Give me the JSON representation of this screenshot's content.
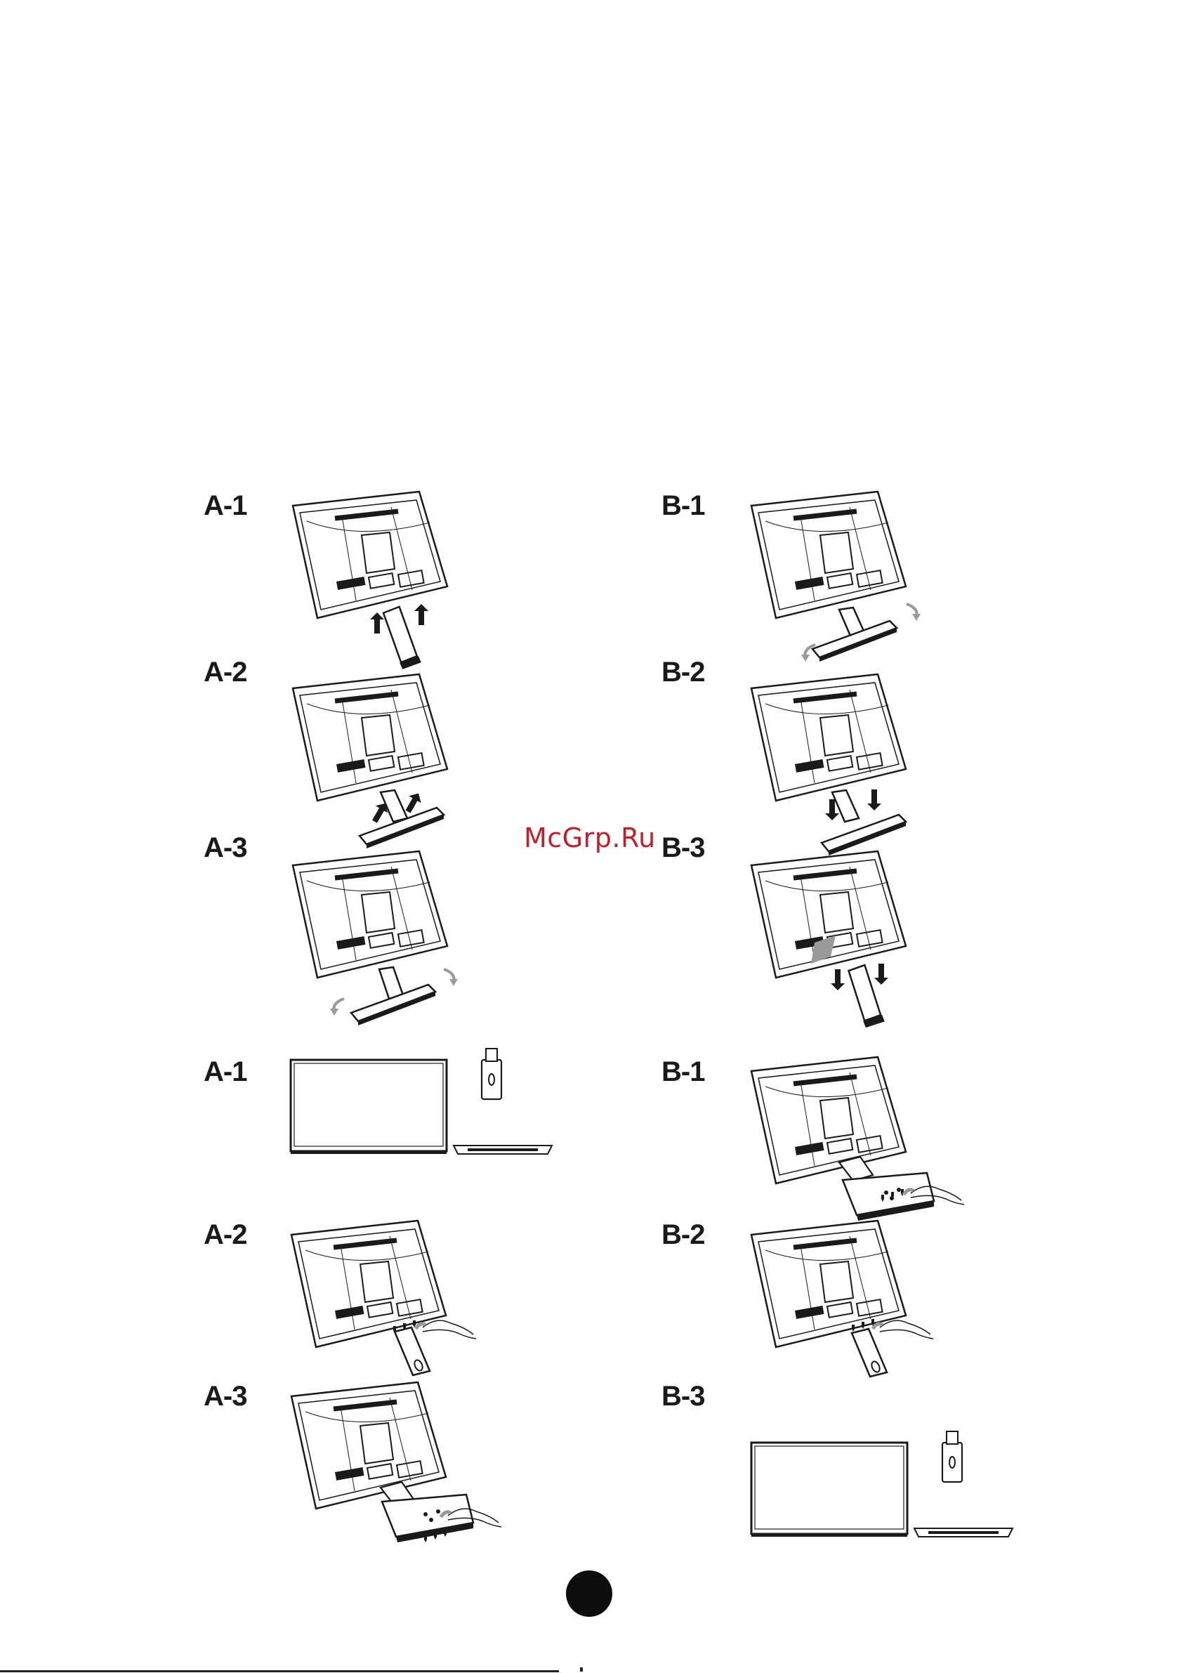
{
  "watermark": "McGrp.Ru",
  "section_stand": {
    "left_steps": [
      "A-1",
      "A-2",
      "A-3"
    ],
    "right_steps": [
      "B-1",
      "B-2",
      "B-3"
    ]
  },
  "section_base": {
    "left_steps": [
      "A-1",
      "A-2",
      "A-3"
    ],
    "right_steps": [
      "B-1",
      "B-2",
      "B-3"
    ]
  },
  "colors": {
    "ink": "#1a1a1a",
    "arrow_gray": "#9a9a9a",
    "watermark": "#c0202a",
    "page": "#ffffff"
  },
  "icons": [
    "monitor-back-illustration",
    "stand-neck-illustration",
    "stand-base-illustration",
    "screw-illustration",
    "hand-illustration",
    "rotate-arrow-icon",
    "push-arrow-icon"
  ]
}
